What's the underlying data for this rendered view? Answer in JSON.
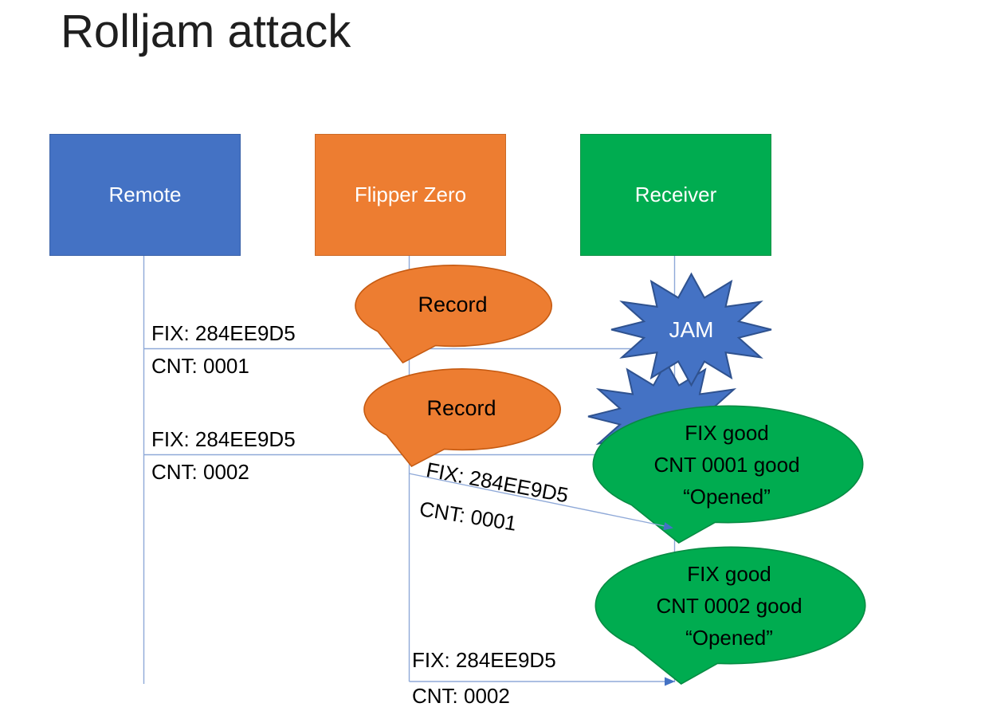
{
  "title": "Rolljam attack",
  "actors": [
    {
      "label": "Remote",
      "color": "#4472C4"
    },
    {
      "label": "Flipper Zero",
      "color": "#ED7D31"
    },
    {
      "label": "Receiver",
      "color": "#00AC50"
    }
  ],
  "messages": [
    {
      "fix": "FIX: 284EE9D5",
      "cnt": "CNT: 0001"
    },
    {
      "fix": "FIX: 284EE9D5",
      "cnt": "CNT: 0002"
    },
    {
      "fix": "FIX: 284EE9D5",
      "cnt": "CNT: 0001"
    },
    {
      "fix": "FIX: 284EE9D5",
      "cnt": "CNT: 0002"
    }
  ],
  "callouts": {
    "record1": "Record",
    "record2": "Record",
    "jam": "JAM",
    "result1": {
      "line1": "FIX good",
      "line2": "CNT 0001 good",
      "line3": "“Opened”"
    },
    "result2": {
      "line1": "FIX good",
      "line2": "CNT 0002 good",
      "line3": "“Opened”"
    }
  },
  "colors": {
    "remote_blue": "#4472C4",
    "flipper_orange": "#ED7D31",
    "receiver_green": "#00AC50",
    "connector_blue": "#8FA9D8",
    "arrow_blue": "#4472C4"
  }
}
